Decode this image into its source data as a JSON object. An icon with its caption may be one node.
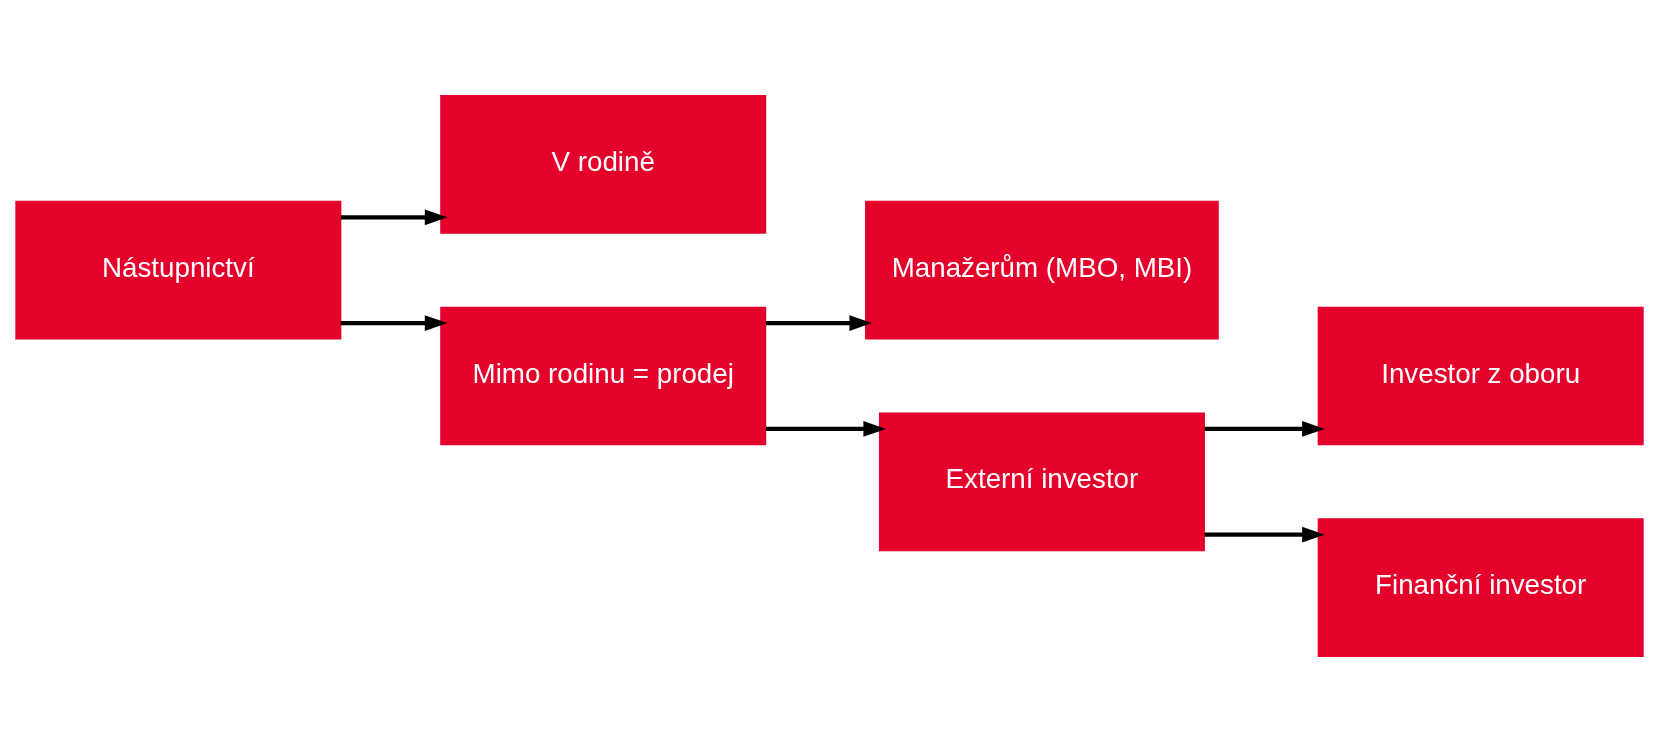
{
  "diagram": {
    "nodes": [
      {
        "text": [
          "Nástupnictví"
        ]
      },
      {
        "text": [
          "V rodině"
        ]
      },
      {
        "text": [
          "Mimo rodinu = prodej"
        ]
      },
      {
        "text": [
          "Manažerům (MBO, MBI)"
        ]
      },
      {
        "text": [
          "Externí investor"
        ]
      },
      {
        "text": [
          "Investor z oboru"
        ]
      },
      {
        "text": [
          "Finanční investor"
        ]
      }
    ],
    "edges": [
      {
        "from": 0,
        "to": 1,
        "arrow": "to"
      },
      {
        "from": 0,
        "to": 2,
        "arrow": "to"
      },
      {
        "from": 2,
        "to": 3,
        "arrow": "to"
      },
      {
        "from": 2,
        "to": 4,
        "arrow": "to"
      },
      {
        "from": 4,
        "to": 5,
        "arrow": "to"
      },
      {
        "from": 4,
        "to": 6,
        "arrow": "to"
      }
    ]
  }
}
